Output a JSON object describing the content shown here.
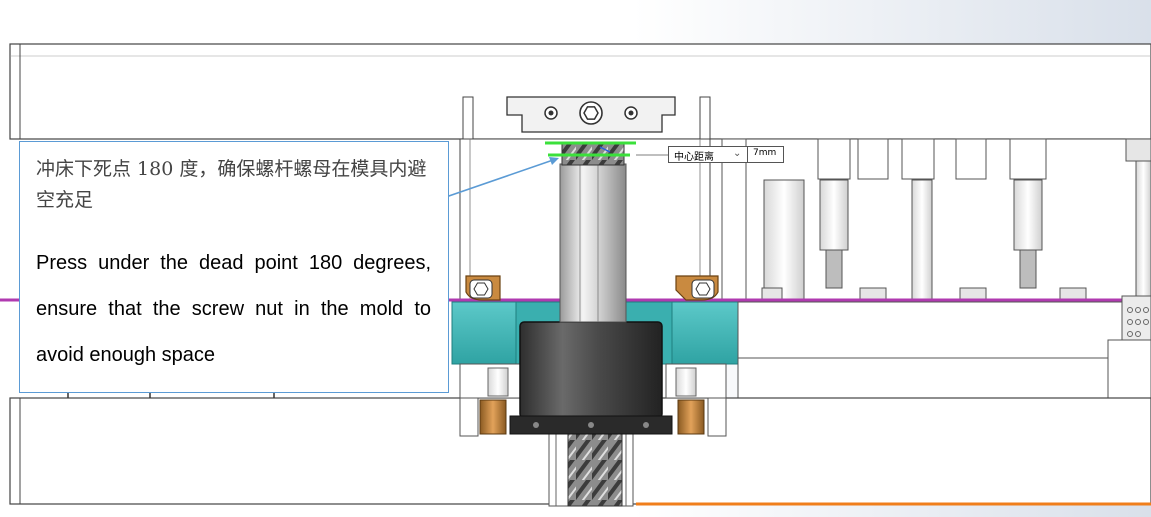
{
  "callout": {
    "text_zh": "冲床下死点 180 度，确保螺杆螺母在模具内避空充足",
    "text_en": "Press under the dead point 180 degrees, ensure that the screw nut in the mold to avoid enough space"
  },
  "dimension": {
    "label": "中心距离",
    "value": "7mm"
  },
  "colors": {
    "callout_border": "#5b9bd5",
    "teal_plate": "#3fb8b8",
    "bronze_bushing": "#c98a40",
    "nut_dark": "#3a3a3a",
    "accent_orange": "#f07e1b",
    "magenta_line": "#b03ab0",
    "contact_green": "#3be03b"
  }
}
